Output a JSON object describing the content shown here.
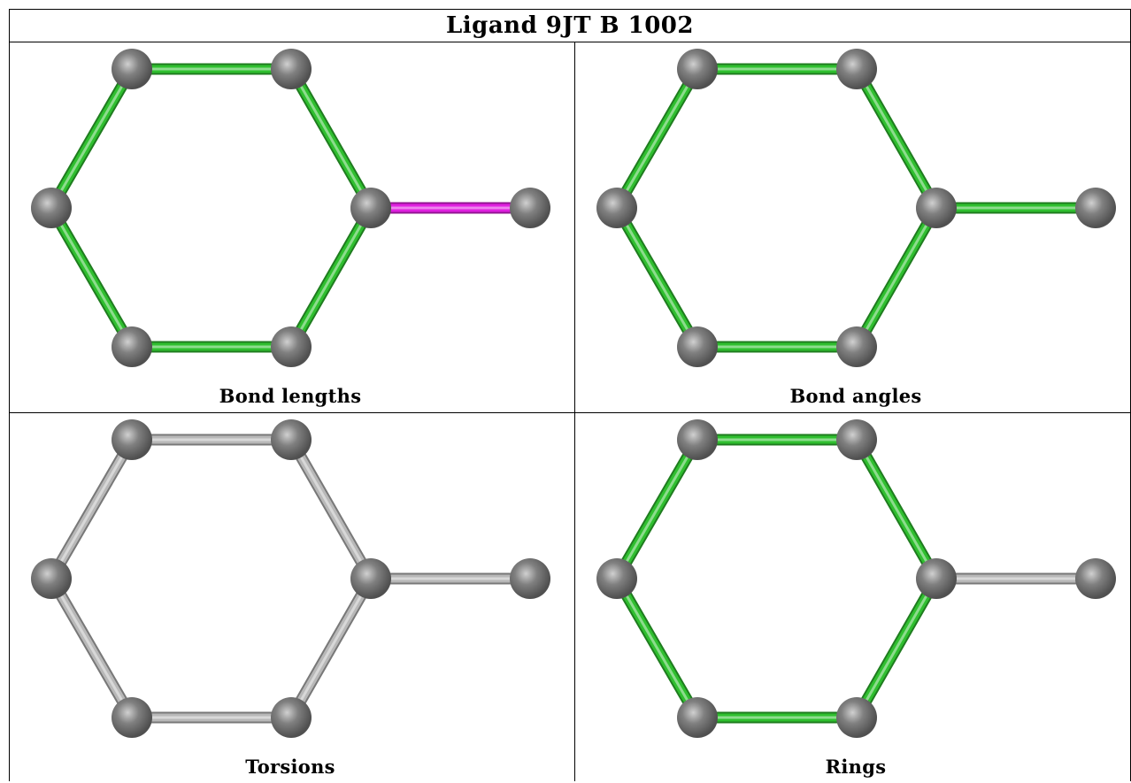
{
  "title": "Ligand 9JT B 1002",
  "panels": [
    {
      "caption": "Bond lengths",
      "bond_colors": [
        "#2fbf2f",
        "#2fbf2f",
        "#2fbf2f",
        "#2fbf2f",
        "#2fbf2f",
        "#2fbf2f",
        "#e020e0"
      ]
    },
    {
      "caption": "Bond angles",
      "bond_colors": [
        "#2fbf2f",
        "#2fbf2f",
        "#2fbf2f",
        "#2fbf2f",
        "#2fbf2f",
        "#2fbf2f",
        "#2fbf2f"
      ]
    },
    {
      "caption": "Torsions",
      "bond_colors": [
        "#b8b8b8",
        "#b8b8b8",
        "#b8b8b8",
        "#b8b8b8",
        "#b8b8b8",
        "#b8b8b8",
        "#b8b8b8"
      ]
    },
    {
      "caption": "Rings",
      "bond_colors": [
        "#2fbf2f",
        "#2fbf2f",
        "#2fbf2f",
        "#2fbf2f",
        "#2fbf2f",
        "#2fbf2f",
        "#b8b8b8"
      ]
    }
  ],
  "colors": {
    "atom": "#808080",
    "frame": "#000000"
  }
}
